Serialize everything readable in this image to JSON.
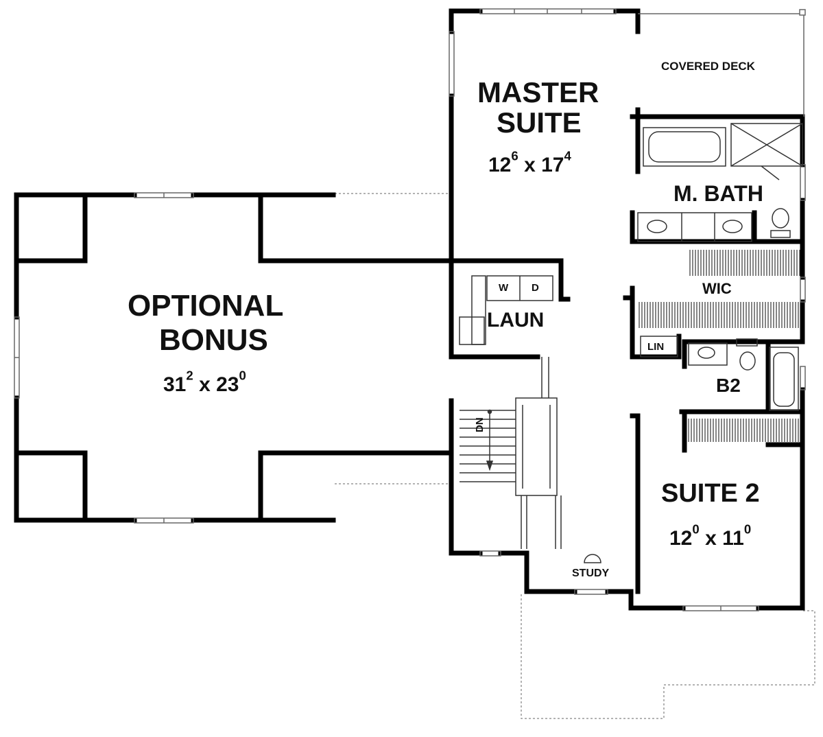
{
  "rooms": {
    "covered_deck": "COVERED DECK",
    "master_suite": {
      "line1": "MASTER",
      "line2": "SUITE",
      "w": "12",
      "w_in": "6",
      "sep": "x",
      "l": "17",
      "l_in": "4"
    },
    "m_bath": "M. BATH",
    "wic": "WIC",
    "laun": "LAUN",
    "washer": "W",
    "dryer": "D",
    "optional_bonus": {
      "line1": "OPTIONAL",
      "line2": "BONUS",
      "w": "31",
      "w_in": "2",
      "sep": "x",
      "l": "23",
      "l_in": "0"
    },
    "lin": "LIN",
    "b2": "B2",
    "stair": "DN",
    "suite_2": {
      "name": "SUITE 2",
      "w": "12",
      "w_in": "0",
      "sep": "x",
      "l": "11",
      "l_in": "0"
    },
    "study": "STUDY"
  },
  "colors": {
    "wall": "#000000",
    "line": "#555555",
    "dashed": "#999999",
    "background": "#ffffff"
  }
}
